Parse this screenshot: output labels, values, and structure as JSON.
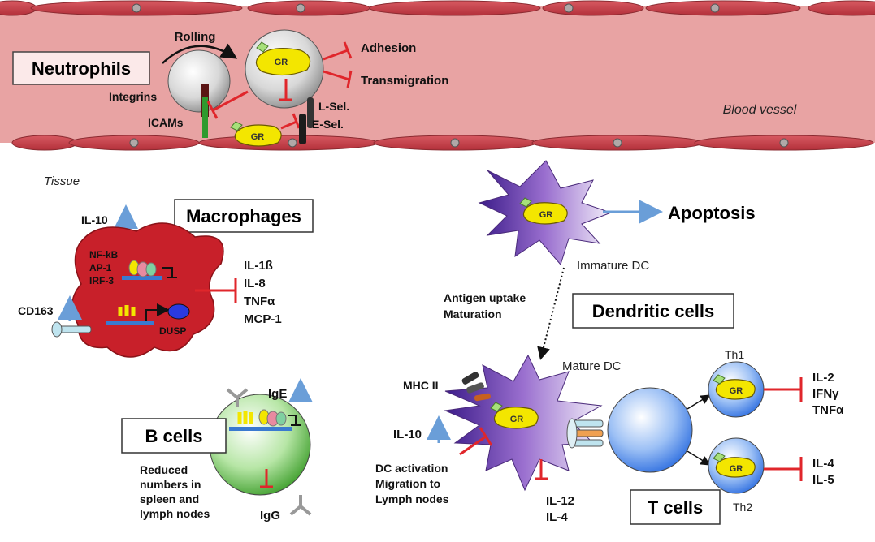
{
  "neutrophils": {
    "title": "Neutrophils",
    "rolling": "Rolling",
    "integrins": "Integrins",
    "icams": "ICAMs",
    "lsel": "L-Sel.",
    "esel": "E-Sel.",
    "adhesion": "Adhesion",
    "transmigration": "Transmigration",
    "blood_vessel": "Blood vessel"
  },
  "gr_label": "GR",
  "tissue": "Tissue",
  "macrophages": {
    "title": "Macrophages",
    "il10": "IL-10",
    "nfkb": "NF-kB",
    "ap1": "AP-1",
    "irf3": "IRF-3",
    "dusp": "DUSP",
    "cd163": "CD163",
    "cytokines": [
      "IL-1ß",
      "IL-8",
      "TNFα",
      "MCP-1"
    ]
  },
  "bcells": {
    "title": "B cells",
    "ige": "IgE",
    "igg": "IgG",
    "note": [
      "Reduced",
      "numbers in",
      "spleen and",
      "lymph nodes"
    ]
  },
  "dendritic": {
    "title": "Dendritic cells",
    "apoptosis": "Apoptosis",
    "immature": "Immature DC",
    "antigen": [
      "Antigen uptake",
      "Maturation"
    ],
    "mature": "Mature DC",
    "mhc": "MHC II",
    "il10": "IL-10",
    "activation": [
      "DC activation",
      "Migration to",
      "Lymph nodes"
    ],
    "inhibited": [
      "IL-12",
      "IL-4"
    ]
  },
  "tcells": {
    "title": "T cells",
    "th1": "Th1",
    "th2": "Th2",
    "th1_cytokines": [
      "IL-2",
      "IFNγ",
      "TNFα"
    ],
    "th2_cytokines": [
      "IL-4",
      "IL-5"
    ]
  },
  "colors": {
    "vessel": "#e8a3a3",
    "vessel_cell": "#c9454f",
    "macrophage": "#c8202a",
    "inhibit": "#e0262b",
    "up_arrow": "#6a9ed8",
    "gr_fill": "#f3e600",
    "dc_purple": "#6a2fa0",
    "tcell_blue": "#2f6fe0",
    "bcell_green": "#5fc24a"
  }
}
